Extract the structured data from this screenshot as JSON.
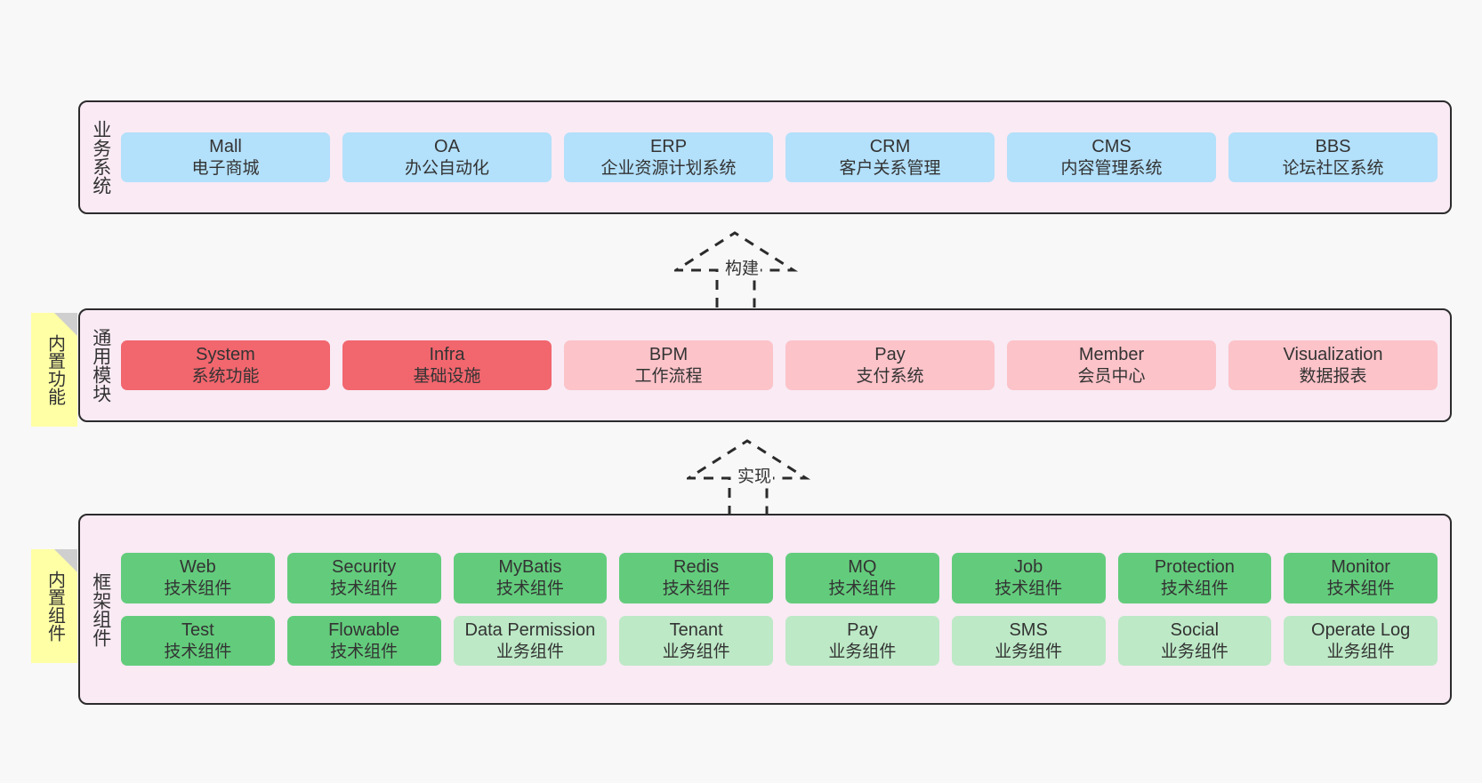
{
  "canvas": {
    "background": "#f8f8f8",
    "panel_bg": "#f9eaf4",
    "panel_border": "#2b2b2b"
  },
  "layers": [
    {
      "id": "business",
      "label": "业务系统",
      "nodes": [
        {
          "en": "Mall",
          "cn": "电子商城",
          "color": "#b3e0fb"
        },
        {
          "en": "OA",
          "cn": "办公自动化",
          "color": "#b3e0fb"
        },
        {
          "en": "ERP",
          "cn": "企业资源计划系统",
          "color": "#b3e0fb"
        },
        {
          "en": "CRM",
          "cn": "客户关系管理",
          "color": "#b3e0fb"
        },
        {
          "en": "CMS",
          "cn": "内容管理系统",
          "color": "#b3e0fb"
        },
        {
          "en": "BBS",
          "cn": "论坛社区系统",
          "color": "#b3e0fb"
        }
      ]
    },
    {
      "id": "common",
      "label": "通用模块",
      "sticky": "内置功能",
      "nodes": [
        {
          "en": "System",
          "cn": "系统功能",
          "color": "#f2666e"
        },
        {
          "en": "Infra",
          "cn": "基础设施",
          "color": "#f2666e"
        },
        {
          "en": "BPM",
          "cn": "工作流程",
          "color": "#fcc3c9"
        },
        {
          "en": "Pay",
          "cn": "支付系统",
          "color": "#fcc3c9"
        },
        {
          "en": "Member",
          "cn": "会员中心",
          "color": "#fcc3c9"
        },
        {
          "en": "Visualization",
          "cn": "数据报表",
          "color": "#fcc3c9"
        }
      ]
    },
    {
      "id": "framework",
      "label": "框架组件",
      "sticky": "内置组件",
      "rows": [
        [
          {
            "en": "Web",
            "cn": "技术组件",
            "color": "#63cc7c"
          },
          {
            "en": "Security",
            "cn": "技术组件",
            "color": "#63cc7c"
          },
          {
            "en": "MyBatis",
            "cn": "技术组件",
            "color": "#63cc7c"
          },
          {
            "en": "Redis",
            "cn": "技术组件",
            "color": "#63cc7c"
          },
          {
            "en": "MQ",
            "cn": "技术组件",
            "color": "#63cc7c"
          },
          {
            "en": "Job",
            "cn": "技术组件",
            "color": "#63cc7c"
          },
          {
            "en": "Protection",
            "cn": "技术组件",
            "color": "#63cc7c"
          },
          {
            "en": "Monitor",
            "cn": "技术组件",
            "color": "#63cc7c"
          }
        ],
        [
          {
            "en": "Test",
            "cn": "技术组件",
            "color": "#63cc7c"
          },
          {
            "en": "Flowable",
            "cn": "技术组件",
            "color": "#63cc7c"
          },
          {
            "en": "Data Permission",
            "cn": "业务组件",
            "color": "#bde9c6"
          },
          {
            "en": "Tenant",
            "cn": "业务组件",
            "color": "#bde9c6"
          },
          {
            "en": "Pay",
            "cn": "业务组件",
            "color": "#bde9c6"
          },
          {
            "en": "SMS",
            "cn": "业务组件",
            "color": "#bde9c6"
          },
          {
            "en": "Social",
            "cn": "业务组件",
            "color": "#bde9c6"
          },
          {
            "en": "Operate Log",
            "cn": "业务组件",
            "color": "#bde9c6"
          }
        ]
      ]
    }
  ],
  "connectors": [
    {
      "id": "build",
      "label": "构建"
    },
    {
      "id": "implement",
      "label": "实现"
    }
  ]
}
